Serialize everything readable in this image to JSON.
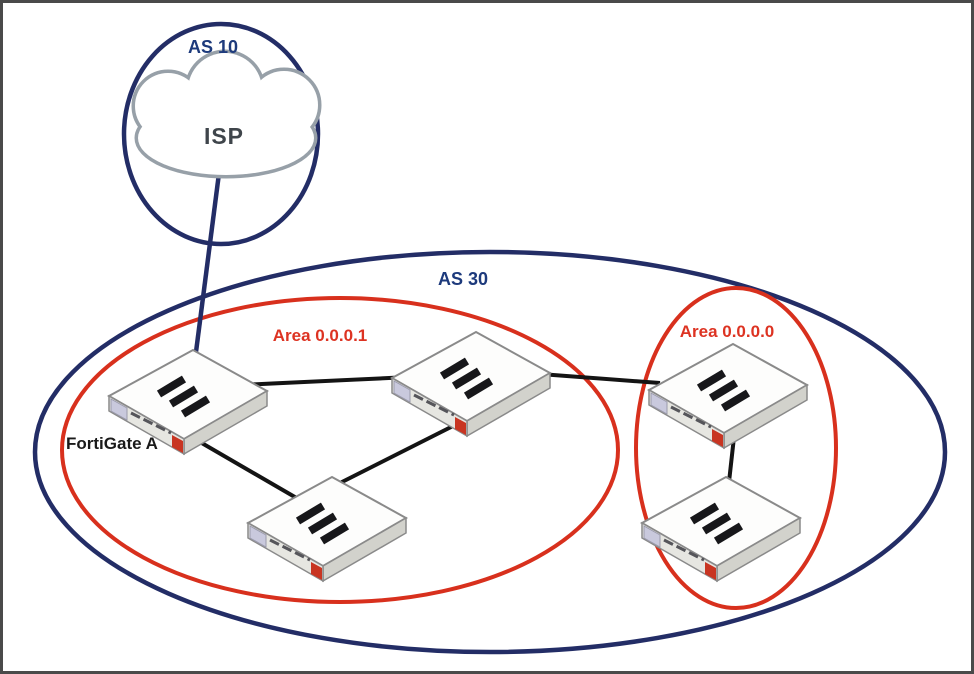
{
  "colors": {
    "navy_stroke": "#232d66",
    "navy_text": "#1d3a7c",
    "red_stroke": "#d8301d",
    "red_text": "#dd3322",
    "link_black": "#141414",
    "cloud_gray": "#97a0a8",
    "isp_text": "#3f454b",
    "label_black": "#1a1a1a",
    "device_red": "#c83522"
  },
  "diagram": {
    "as10": {
      "label": "AS 10",
      "cloud": "ISP"
    },
    "as30": {
      "label": "AS 30"
    },
    "areas": [
      {
        "label": "Area 0.0.0.1"
      },
      {
        "label": "Area 0.0.0.0"
      }
    ],
    "devices": [
      {
        "id": "fortigate-a",
        "label": "FortiGate A",
        "area": "Area 0.0.0.1"
      },
      {
        "id": "router-top-middle",
        "area": "Area 0.0.0.1"
      },
      {
        "id": "router-bottom-middle",
        "area": "Area 0.0.0.1"
      },
      {
        "id": "router-top-right",
        "area": "Area 0.0.0.0"
      },
      {
        "id": "router-bottom-right",
        "area": "Area 0.0.0.0"
      }
    ],
    "connections": [
      {
        "from": "isp-cloud",
        "to": "fortigate-a"
      },
      {
        "from": "fortigate-a",
        "to": "router-top-middle"
      },
      {
        "from": "fortigate-a",
        "to": "router-bottom-middle"
      },
      {
        "from": "router-top-middle",
        "to": "router-bottom-middle"
      },
      {
        "from": "router-top-middle",
        "to": "router-top-right"
      },
      {
        "from": "router-top-right",
        "to": "router-bottom-right"
      }
    ]
  }
}
